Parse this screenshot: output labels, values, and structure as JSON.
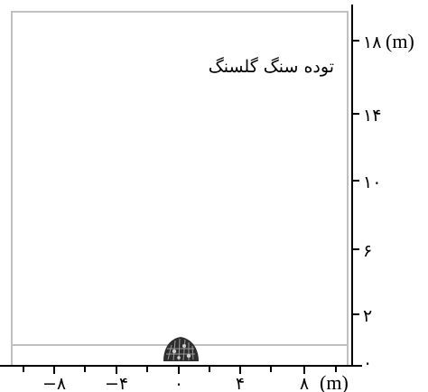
{
  "diagram": {
    "title": "توده سنگ گلسنگ",
    "x_axis": {
      "unit": "(m)",
      "tick_labels": [
        "−۸",
        "−۴",
        "۰",
        "۴",
        "۸"
      ]
    },
    "y_axis": {
      "unit": "(m)",
      "tick_labels": [
        "۱۸",
        "۱۴",
        "۱۰",
        "۶",
        "۲",
        "۰"
      ]
    },
    "colors": {
      "frame": "#c0c0c0",
      "axis": "#000000",
      "rock_pile": "#3a3a3a"
    }
  }
}
